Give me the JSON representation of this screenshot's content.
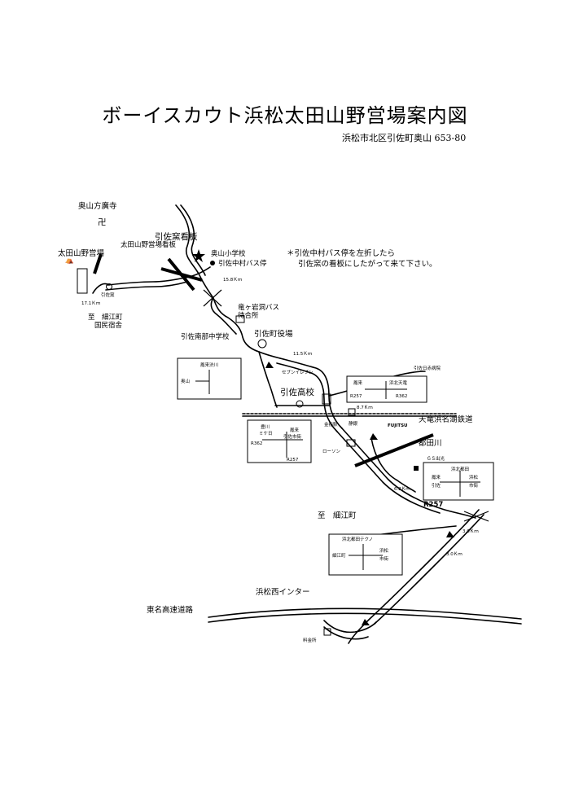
{
  "title": "ボーイスカウト浜松太田山野営場案内図",
  "address": "浜松市北区引佐町奥山 653-80",
  "note": {
    "line1": "＊引佐中村バス停を左折したら",
    "line2": "引佐窯の看板にしたがって来て下さい。"
  },
  "places": {
    "okuyama_houkouji": "奥山方廣寺",
    "manji": "卍",
    "iinasagama_sign": "引佐窯看板",
    "oota_sign": "太田山野営場看板",
    "oota_campsite": "太田山野営場",
    "okuyama_school": "奥山小学校",
    "nakamura_bus": "引佐中村バス停",
    "iinasagama": "引佐窯",
    "to_hosoe": "至　細江町",
    "kokumin_shukusha": "国民宿舎",
    "ryugashido_bus": "竜ヶ岩洞バス",
    "machiaijo": "待合所",
    "nanbu_chugakko": "引佐南部中学校",
    "yakuba": "引佐町役場",
    "hospital": "引佐日赤病院",
    "seven_eleven": "セブンイレブン",
    "iinasa_koukou": "引佐高校",
    "kanasashi_station": "金指駅",
    "shizugin": "静銀",
    "railway": "天竜浜名湖鉄道",
    "fujitsu": "FUJITSU",
    "miyakoda_river": "都田川",
    "lawson": "ローソン",
    "gs": "ＧＳ出光",
    "to_hosoe2": "至　細江町",
    "r257_road": "R257",
    "hamamatsu_nishi_ic": "浜松西インター",
    "tomei": "東名高速道路",
    "tollgate": "料金所"
  },
  "distances": {
    "d1": "17.1Ｋｍ",
    "d2": "15.8Ｋｍ",
    "d3": "11.5Ｋｍ",
    "d4": "8.7Ｋｍ",
    "d5": "6.2Ｋｍ",
    "d6": "3.6Ｋｍ",
    "d7": "3.0Ｋｍ"
  },
  "signs": {
    "s1": {
      "top": "鳳来渋川",
      "left": "奥山"
    },
    "s2": {
      "left_top": "鳳来",
      "left_bottom": "R257",
      "right": "浜北天竜",
      "right_bottom": "R362"
    },
    "s3": {
      "left_top": "豊川",
      "left_mid": "ミケ日",
      "left_bottom": "R362",
      "right_top": "鳳来",
      "right_mid": "引佐市街",
      "bottom": "R257"
    },
    "s4": {
      "top": "浜北都田",
      "left_top": "鳳来",
      "left_bottom": "引佐",
      "right_top": "浜松",
      "right_bottom": "市街"
    },
    "s5": {
      "top": "浜北都田テクノ",
      "left": "細江町",
      "right_top": "浜松",
      "right_bottom": "市街"
    }
  }
}
